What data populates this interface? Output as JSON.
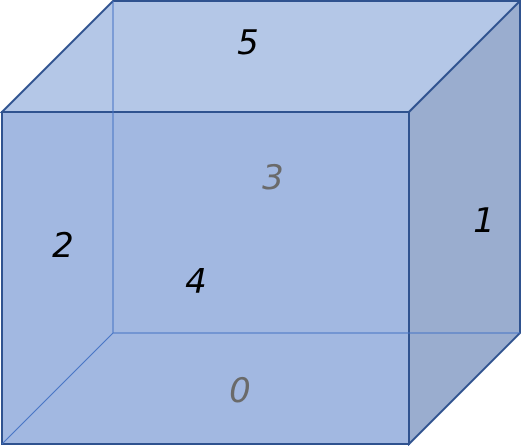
{
  "diagram": {
    "colors": {
      "top": "#b4c7e7",
      "front": "#a2b8e1",
      "right": "#9aadcf",
      "edge": "#2f528f",
      "hidden_edge": "#4472c4",
      "label_visible": "#000000",
      "label_hidden": "#6a6a6a"
    },
    "labels": {
      "bottom": "0",
      "right": "1",
      "left": "2",
      "back": "3",
      "front": "4",
      "top": "5"
    }
  }
}
